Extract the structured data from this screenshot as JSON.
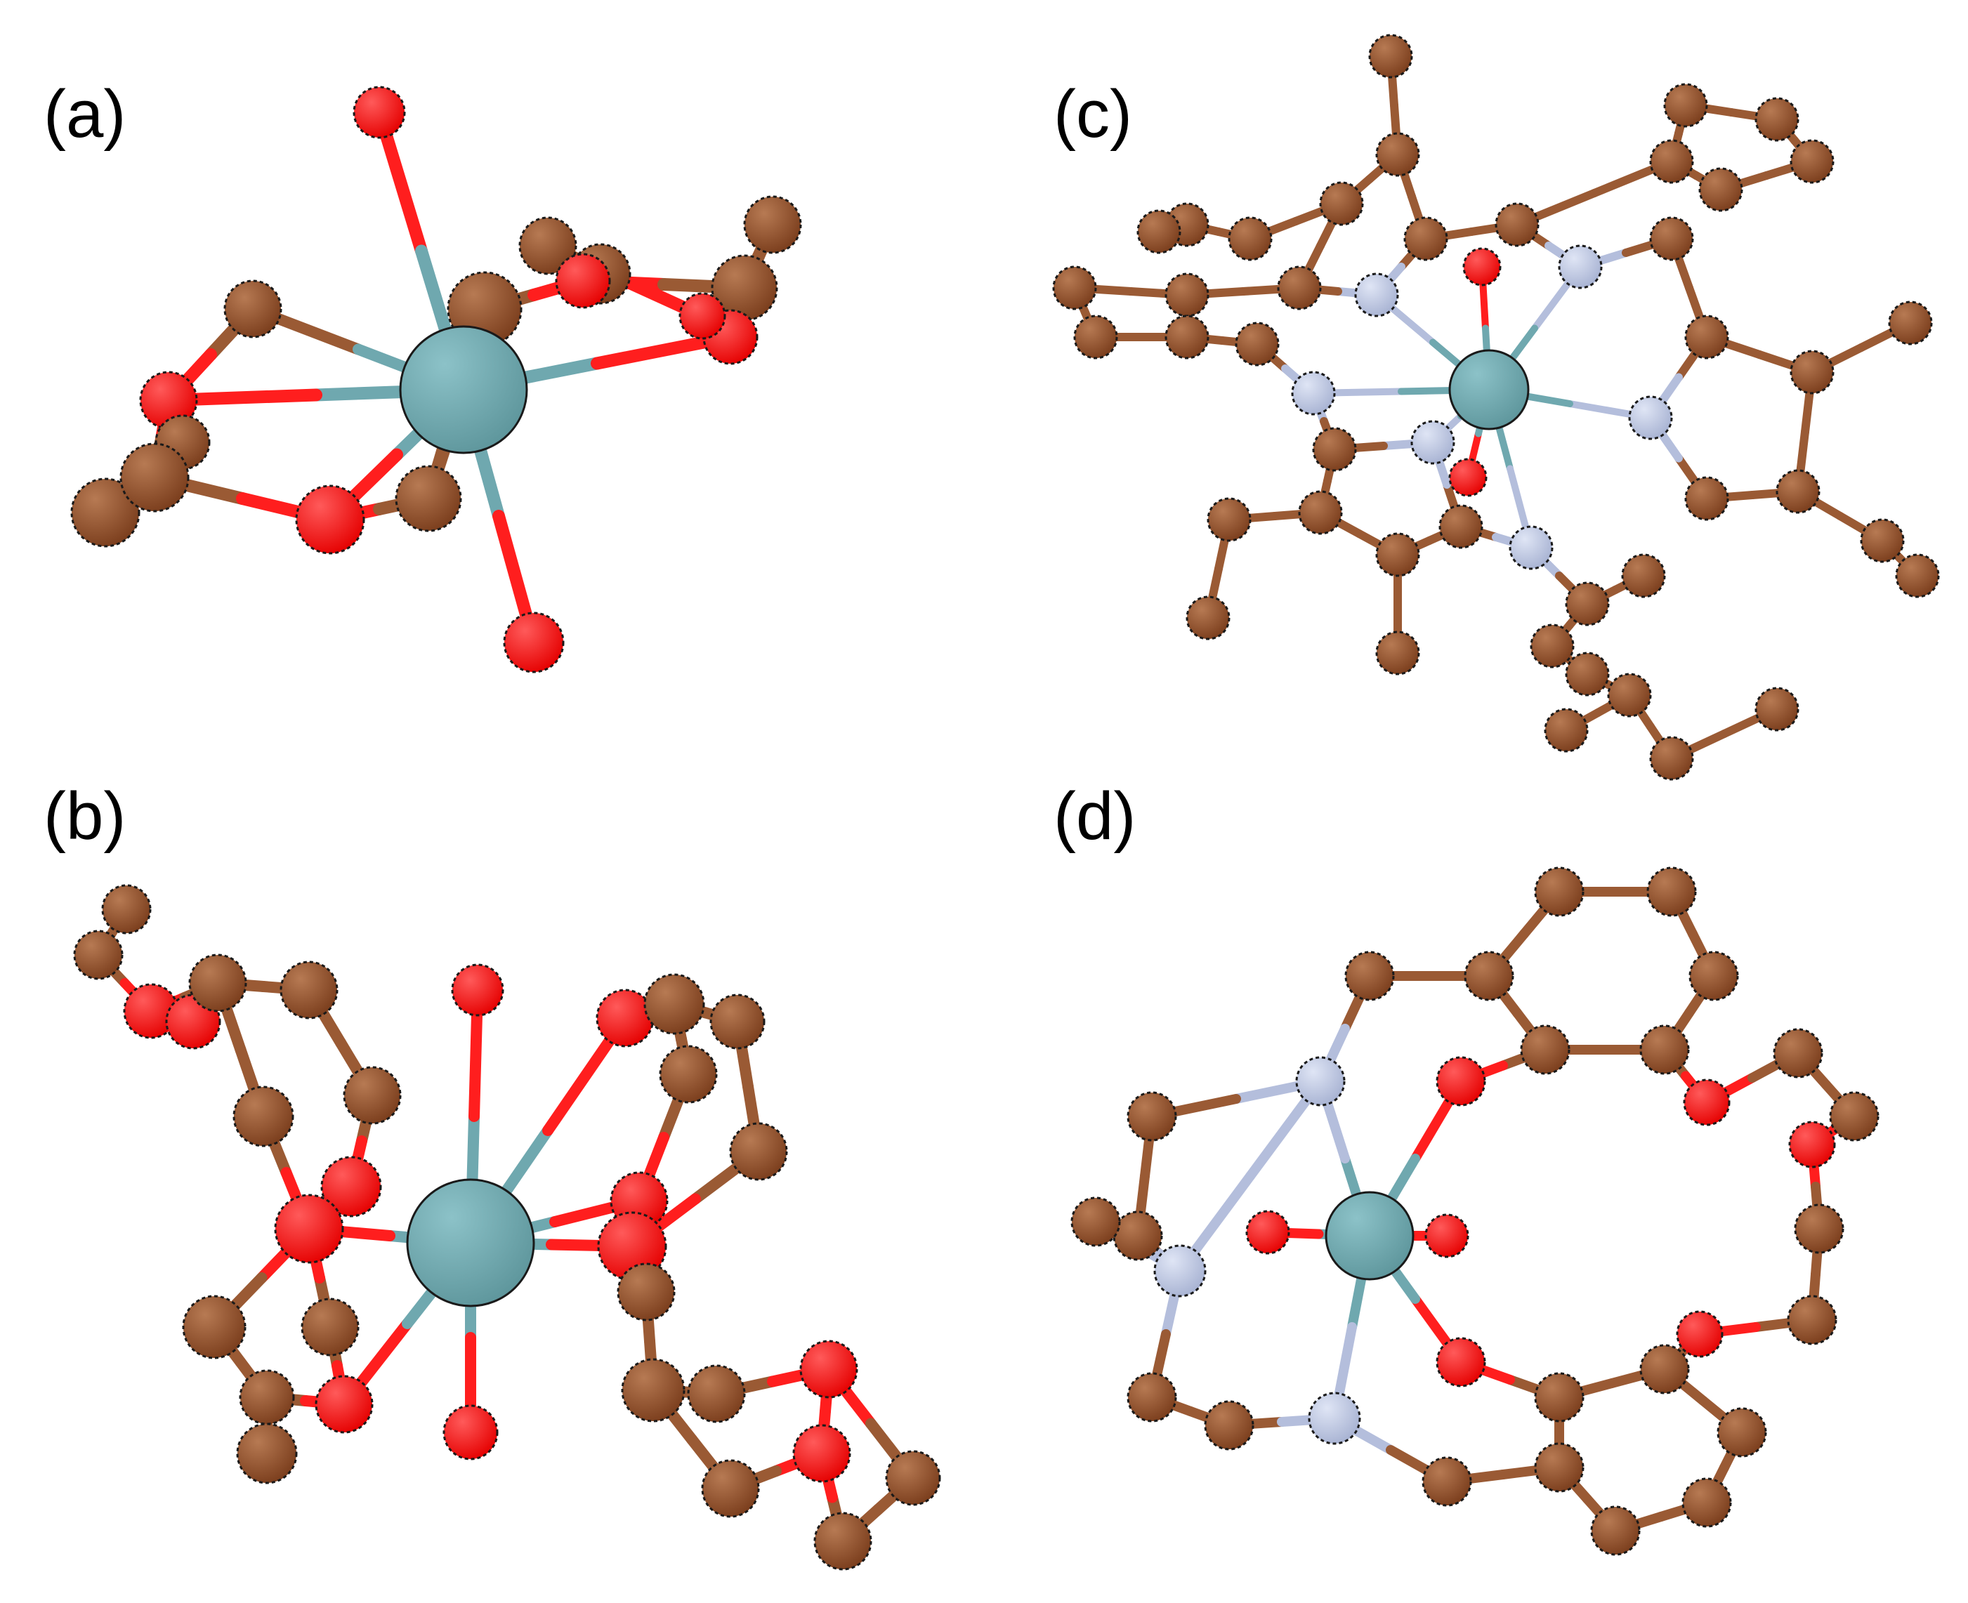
{
  "figure": {
    "panels": [
      {
        "id": "a",
        "label": "(a)"
      },
      {
        "id": "b",
        "label": "(b)"
      },
      {
        "id": "c",
        "label": "(c)"
      },
      {
        "id": "d",
        "label": "(d)"
      }
    ]
  },
  "palette": {
    "carbon": "#8b4a26",
    "carbon_light": "#a0633e",
    "oxygen": "#ff1e1e",
    "nitrogen": "#b4bedc",
    "metal": "#6fa8af",
    "outline": "#1a1a1a",
    "bond_carbon": "#9a5a34",
    "bond_metal": "#6fa8af"
  }
}
